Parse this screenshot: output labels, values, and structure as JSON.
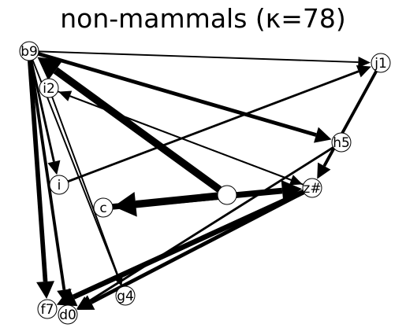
{
  "title": "non-mammals (κ=78)",
  "nodes": [
    {
      "id": "b9",
      "label": "b9"
    },
    {
      "id": "i2",
      "label": "i2"
    },
    {
      "id": "j1",
      "label": "j1"
    },
    {
      "id": "h5",
      "label": "h5"
    },
    {
      "id": "i",
      "label": "i"
    },
    {
      "id": "c",
      "label": "c"
    },
    {
      "id": "a",
      "label": ""
    },
    {
      "id": "z",
      "label": "z#"
    },
    {
      "id": "g4",
      "label": "g4"
    },
    {
      "id": "f7",
      "label": "f7"
    },
    {
      "id": "d0",
      "label": "d0"
    }
  ],
  "edges": [
    {
      "from": "b9",
      "to": "j1",
      "weight": 1
    },
    {
      "from": "b9",
      "to": "h5",
      "weight": 4
    },
    {
      "from": "b9",
      "to": "i",
      "weight": 2
    },
    {
      "from": "b9",
      "to": "f7",
      "weight": 5
    },
    {
      "from": "b9",
      "to": "d0",
      "weight": 3
    },
    {
      "from": "b9",
      "to": "g4",
      "weight": 1
    },
    {
      "from": "a",
      "to": "b9",
      "weight": 9
    },
    {
      "from": "i2",
      "to": "z",
      "weight": 1
    },
    {
      "from": "i2",
      "to": "g4",
      "weight": 1
    },
    {
      "from": "z",
      "to": "i2",
      "weight": 1
    },
    {
      "from": "i",
      "to": "j1",
      "weight": 2
    },
    {
      "from": "j1",
      "to": "z",
      "weight": 3
    },
    {
      "from": "a",
      "to": "c",
      "weight": 9
    },
    {
      "from": "c",
      "to": "z",
      "weight": 7
    },
    {
      "from": "h5",
      "to": "d0",
      "weight": 2
    },
    {
      "from": "z",
      "to": "f7",
      "weight": 6
    },
    {
      "from": "z",
      "to": "d0",
      "weight": 4
    }
  ]
}
